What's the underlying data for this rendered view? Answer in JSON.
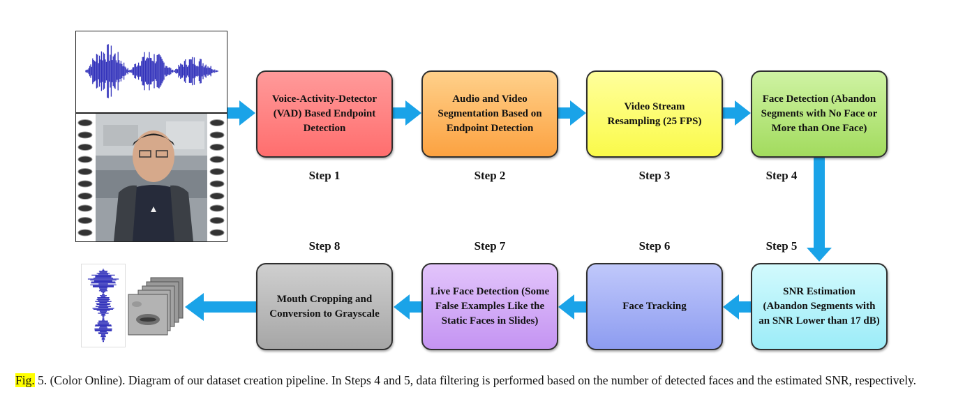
{
  "diagram": {
    "steps": [
      {
        "label": "Step 1",
        "text": "Voice-Activity-Detector\n(VAD) Based Endpoint\nDetection",
        "color": "#ff8080"
      },
      {
        "label": "Step 2",
        "text": "Audio and Video\nSegmentation Based on\nEndpoint Detection",
        "color": "#fdb55a"
      },
      {
        "label": "Step 3",
        "text": "Video Stream\nResampling (25 FPS)",
        "color": "#ffff66"
      },
      {
        "label": "Step 4",
        "text": "Face Detection (Abandon\nSegments with No Face or\nMore than One Face)",
        "color": "#b6e67a"
      },
      {
        "label": "Step 5",
        "text": "SNR Estimation\n(Abandon Segments with\nan SNR Lower than 17 dB)",
        "color": "#b4f4fb"
      },
      {
        "label": "Step 6",
        "text": "Face Tracking",
        "color": "#a3b0f5"
      },
      {
        "label": "Step 7",
        "text": "Live Face Detection (Some\nFalse Examples Like the\nStatic Faces in Slides)",
        "color": "#d2a9f6"
      },
      {
        "label": "Step 8",
        "text": "Mouth Cropping and\nConversion to Grayscale",
        "color": "#b5b5b5"
      }
    ],
    "arrow_color": "#1aa3e8",
    "waveform_color": "#3333bb"
  },
  "caption": {
    "fig_label": "Fig.",
    "text": " 5.    (Color Online). Diagram of our dataset creation pipeline. In Steps 4 and 5, data filtering is performed based on the number of detected faces and the estimated SNR, respectively."
  }
}
